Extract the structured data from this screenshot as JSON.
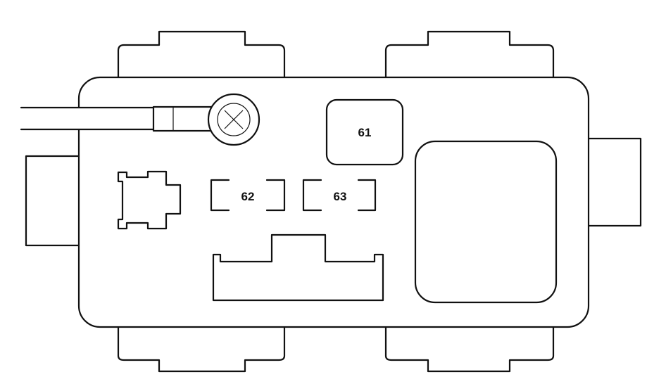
{
  "diagram": {
    "fuse_labels": {
      "f61": "61",
      "f62": "62",
      "f63": "63"
    }
  }
}
